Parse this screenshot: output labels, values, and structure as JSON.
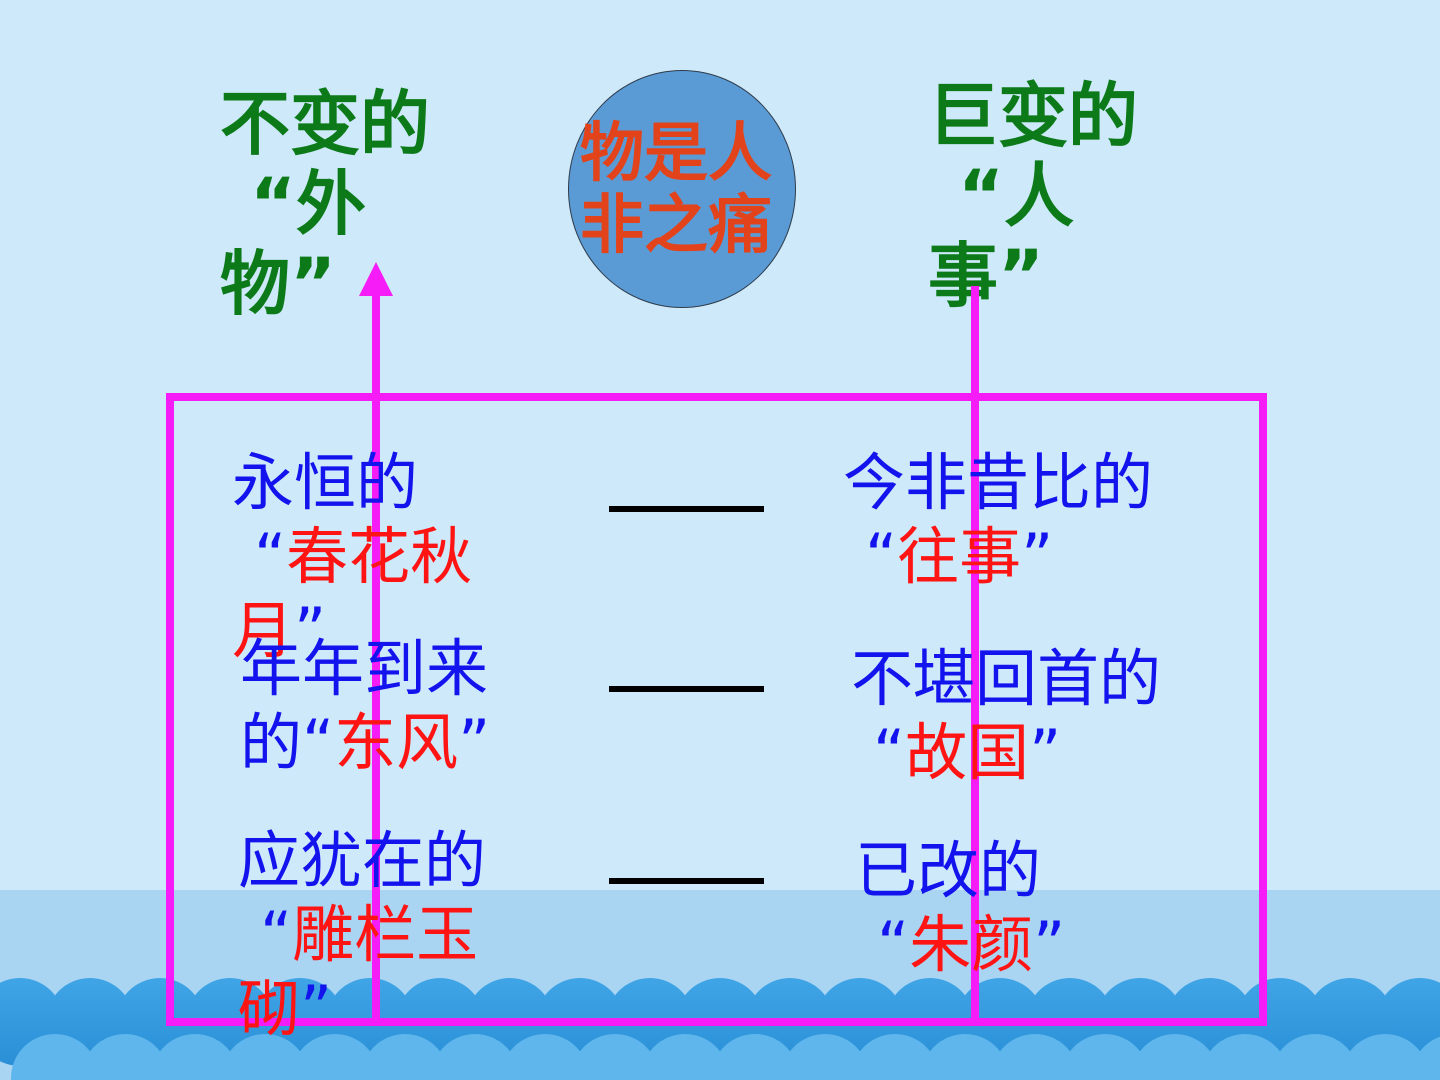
{
  "colors": {
    "background": "#cde9fa",
    "sea": "#a9d4f2",
    "wave": "#3b9fe0",
    "title_green": "#0d7a1a",
    "circle_fill": "#5b9bd5",
    "circle_text": "#e3431b",
    "frame_magenta": "#f61cf7",
    "item_blue": "#1313ee",
    "item_red": "#ff1414"
  },
  "left_title": {
    "line1": "不变的",
    "line2": "“外",
    "line3": "物”"
  },
  "right_title": {
    "line1": "巨变的",
    "line2": "“人",
    "line3": "事”"
  },
  "center_circle": {
    "line1": "物是人",
    "line2": "非之痛"
  },
  "left_items": [
    {
      "prefix": "永恒的",
      "open": "“",
      "highlight": "春花秋月",
      "close": "”"
    },
    {
      "prefix": "年年到来的",
      "open": "“",
      "highlight": "东风",
      "close": "”"
    },
    {
      "prefix": "应犹在的",
      "open": "“",
      "highlight": "雕栏玉砌",
      "close": "”"
    }
  ],
  "right_items": [
    {
      "prefix": "今非昔比的",
      "open": "“",
      "highlight": "往事",
      "close": "”"
    },
    {
      "prefix": "不堪回首的",
      "open": "“",
      "highlight": "故国",
      "close": "”"
    },
    {
      "prefix": "已改的",
      "open": "“",
      "highlight": "朱颜",
      "close": "”"
    }
  ],
  "separators": [
    "——",
    "——",
    "——"
  ]
}
